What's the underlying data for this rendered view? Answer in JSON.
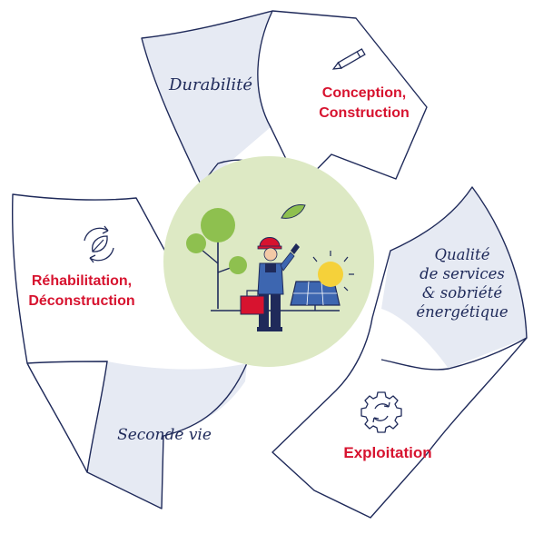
{
  "colors": {
    "navy": "#1f2a5a",
    "panel_fill": "#e6eaf3",
    "accent_red": "#d7132f",
    "center_circle": "#dde9c4",
    "sun": "#f5d13a",
    "tree_green": "#8ec04f"
  },
  "segments": {
    "durabilite": "Durabilité",
    "conception_line1": "Conception,",
    "conception_line2": "Construction",
    "qualite_line1": "Qualité",
    "qualite_line2": "de services",
    "qualite_line3": "& sobriété",
    "qualite_line4": "énergétique",
    "exploitation": "Exploitation",
    "seconde_vie": "Seconde vie",
    "rehab_line1": "Réhabilitation,",
    "rehab_line2": "Déconstruction"
  },
  "icons": {
    "conception": "pencil-icon",
    "exploitation": "gear-refresh-icon",
    "rehabilitation": "recycle-leaf-icon",
    "center": "worker-solar-panel-illustration"
  }
}
